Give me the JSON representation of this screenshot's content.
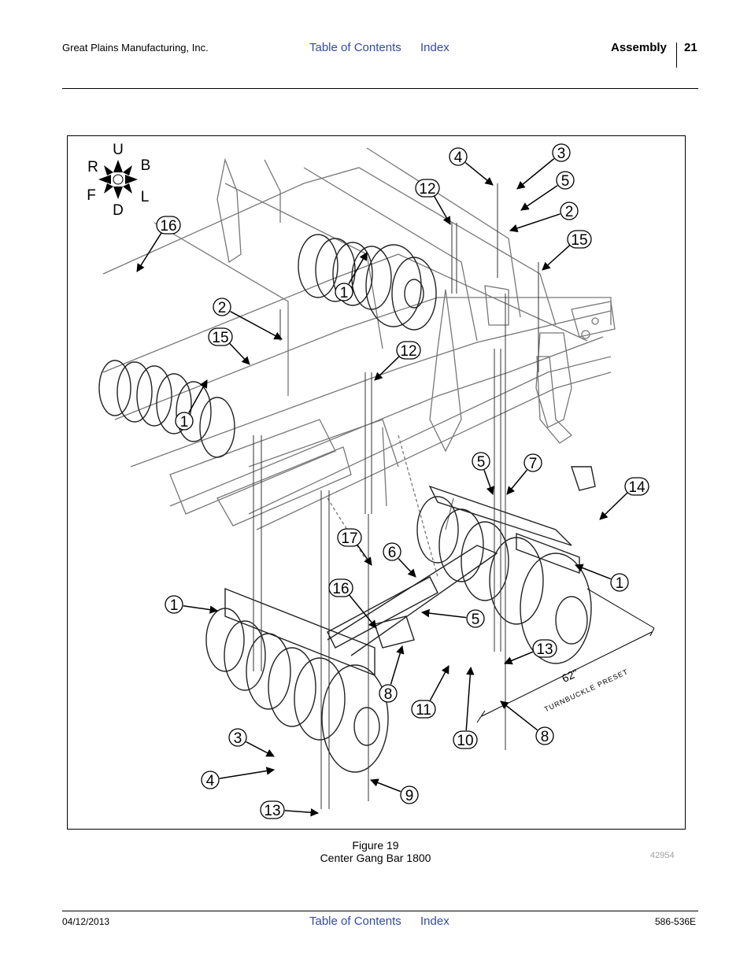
{
  "header": {
    "company": "Great Plains Manufacturing, Inc.",
    "toc_link": "Table of Contents",
    "index_link": "Index",
    "section": "Assembly",
    "page_number": "21"
  },
  "figure": {
    "compass": {
      "up": "U",
      "down": "D",
      "right_side": "R",
      "back": "B",
      "front": "F",
      "left_side": "L"
    },
    "callouts": [
      "4",
      "3",
      "12",
      "5",
      "2",
      "16",
      "15",
      "1",
      "2",
      "15",
      "12",
      "1",
      "5",
      "7",
      "14",
      "17",
      "6",
      "16",
      "1",
      "1",
      "5",
      "13",
      "8",
      "11",
      "10",
      "8",
      "3",
      "4",
      "9",
      "13"
    ],
    "dimension_text": "62\"",
    "dimension_label": "TURNBUCKLE PRESET",
    "figure_number": "Figure 19",
    "figure_title": "Center Gang Bar 1800",
    "drawing_number": "42954"
  },
  "footer": {
    "date": "04/12/2013",
    "toc_link": "Table of Contents",
    "index_link": "Index",
    "doc_code": "586-536E"
  }
}
